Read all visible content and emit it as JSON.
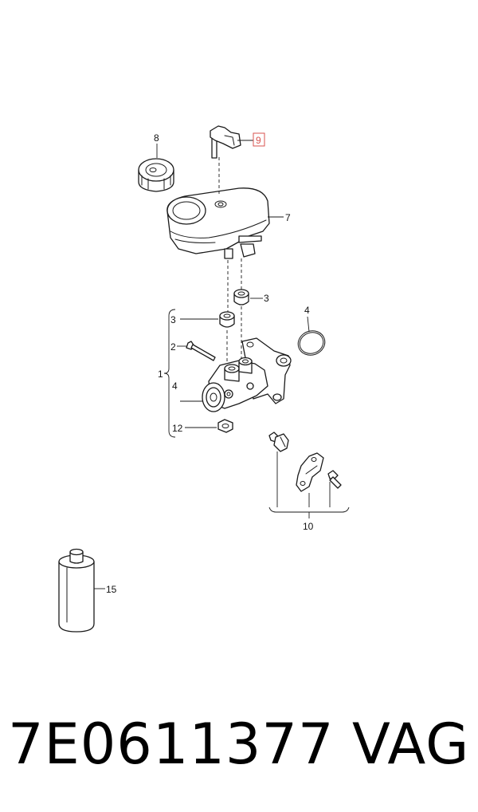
{
  "callouts": {
    "c1": "1",
    "c2": "2",
    "c3a": "3",
    "c3b": "3",
    "c4a": "4",
    "c4b": "4",
    "c7": "7",
    "c8": "8",
    "c9": "9",
    "c10": "10",
    "c12": "12",
    "c15": "15"
  },
  "highlight_color": "#d9534f",
  "footer": {
    "part_number": "7E0611377",
    "brand": "VAG"
  }
}
